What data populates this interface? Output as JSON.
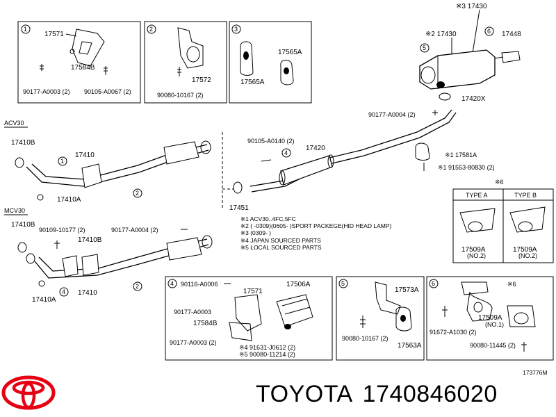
{
  "boxes": {
    "b1": {
      "num": "1",
      "labels": [
        "17571",
        "17584B",
        "90177-A0003 (2)",
        "90105-A0067 (2)"
      ]
    },
    "b2": {
      "num": "2",
      "labels": [
        "17572",
        "90080-10167 (2)"
      ]
    },
    "b3": {
      "num": "3",
      "labels": [
        "17565A",
        "17565A"
      ]
    },
    "b4": {
      "num": "4",
      "labels": [
        "90116-A0006",
        "17571",
        "17506A",
        "90177-A0003",
        "17584B",
        "90177-A0003 (2)",
        "※4 91631-J0612 (2)",
        "※5 90080-11214 (2)"
      ]
    },
    "b5": {
      "num": "5",
      "labels": [
        "17573A",
        "90080-10167 (2)",
        "17563A"
      ]
    },
    "b6": {
      "num": "6",
      "labels": [
        "※6",
        "17509A",
        "(NO.1)",
        "91672-A1030 (2)",
        "90080-11445 (2)"
      ]
    }
  },
  "muffler_labels": [
    "※3 17430",
    "※2 17430",
    "17448",
    "17420X",
    "90177-A0004 (2)",
    "※1 17581A",
    "※1 91553-80830 (2)"
  ],
  "center_labels": [
    "90105-A0140 (2)",
    "17420",
    "17451"
  ],
  "acv30": {
    "tag": "ACV30",
    "labels": [
      "17410B",
      "17410",
      "17410A"
    ]
  },
  "mcv30": {
    "tag": "MCV30",
    "labels": [
      "17410B",
      "90109-10177 (2)",
      "17410B",
      "90177-A0004 (2)",
      "17410A",
      "17410"
    ]
  },
  "type_box": {
    "mark": "※6",
    "type_a": "TYPE A",
    "type_b": "TYPE B",
    "part_a": "17509A",
    "part_b": "17509A",
    "no_a": "(NO.2)",
    "no_b": "(NO.2)"
  },
  "notes": [
    "※1 ACV30..4FC,5FC",
    "※2 (      -0309)(0605-      )SPORT PACKEGE(HID HEAD LAMP)",
    "※3 (0309-      )",
    "※4 JAPAN SOURCED PARTS",
    "※5 LOCAL SOURCED PARTS"
  ],
  "callouts": [
    "1",
    "2",
    "2",
    "3",
    "4",
    "5",
    "6"
  ],
  "diagram_code": "173776M",
  "brand": {
    "name": "TOYOTA",
    "part_number": "1740846020",
    "logo_color": "#e60012"
  }
}
